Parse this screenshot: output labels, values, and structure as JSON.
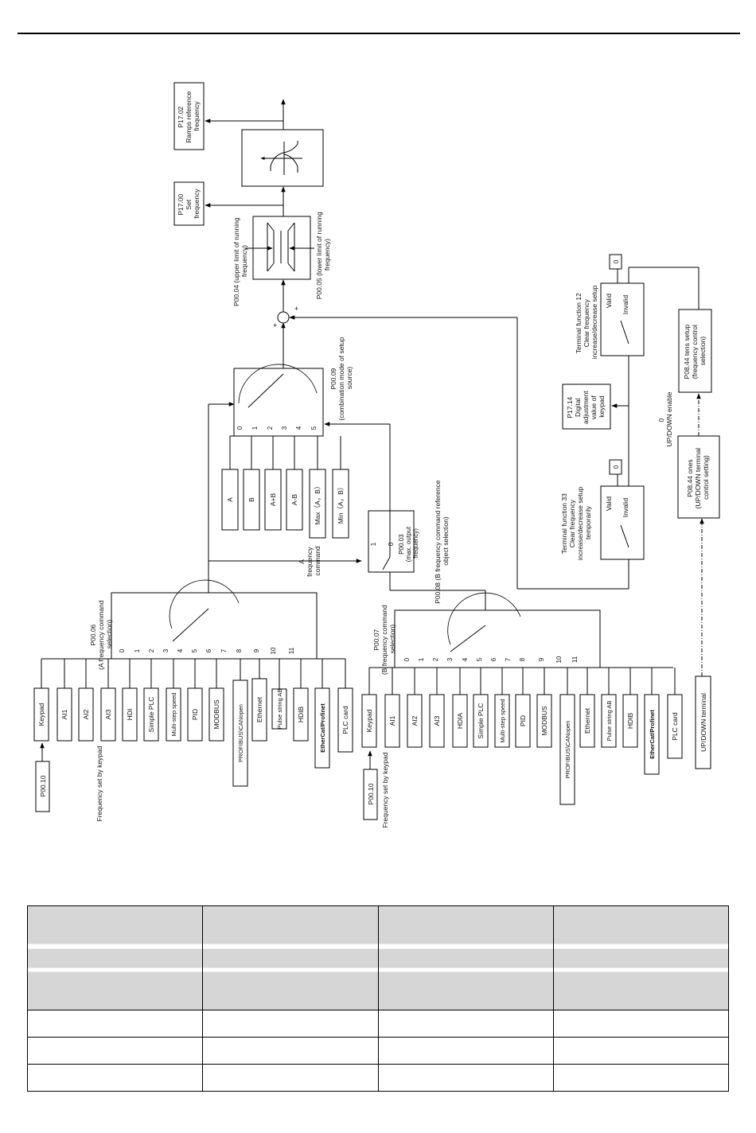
{
  "a_inputs": [
    "Keypad",
    "AI1",
    "AI2",
    "AI3",
    "HDI",
    "Simple PLC",
    "Multi-step speed",
    "PID",
    "MODBUS",
    "PROFIBUS\\CANopen",
    "Ethernet",
    "Pulse string AB",
    "HDIB",
    "EtherCat/Profinet",
    "PLC card"
  ],
  "a_nums": [
    "0",
    "1",
    "2",
    "3",
    "4",
    "5",
    "6",
    "7",
    "8",
    "9",
    "10",
    "11"
  ],
  "b_inputs": [
    "Keypad",
    "AI1",
    "AI2",
    "AI3",
    "HDIA",
    "Simple PLC",
    "Multi-step speed",
    "PID",
    "MODBUS",
    "PROFIBUS\\CANopen",
    "Ethernet",
    "Pulse string AB",
    "HDIB",
    "EtherCat/Profinet",
    "PLC card"
  ],
  "b_nums": [
    "0",
    "1",
    "2",
    "3",
    "4",
    "5",
    "6",
    "7",
    "8",
    "9",
    "10",
    "11"
  ],
  "combo_inputs": [
    "A",
    "B",
    "A+B",
    "A-B",
    "Max（A，B）",
    "Min（A，B）"
  ],
  "combo_nums": [
    "0",
    "1",
    "2",
    "3",
    "4",
    "5"
  ],
  "labels": {
    "p0010_a": "P00.10",
    "freq_keypad_a": "Frequency set by keypad",
    "p0010_b": "P00.10",
    "freq_keypad_b": "Frequency set by keypad",
    "p0006": [
      "P00.06",
      "(A frequency command",
      "selection)"
    ],
    "p0007": [
      "P00.07",
      "(B frequency command",
      "selection)"
    ],
    "p0008": "P00.08 (B frequency command reference",
    "p0008b": "object selection)",
    "p0003": [
      "P00.03",
      "(max. output",
      "frequency)"
    ],
    "sw_one": "1",
    "sw_zero": "0",
    "a_freq_cmd": [
      "A",
      "frequency",
      "command"
    ],
    "p0009": [
      "P00.09",
      "(combination mode of setup",
      "source)"
    ],
    "plus1": "+",
    "plus2": "+",
    "p0004": [
      "P00.04 (upper limit of running",
      "frequency)"
    ],
    "p0005": [
      "P00.05 (lower limit of running",
      "frequency)"
    ],
    "p1700": [
      "P17.00",
      "Set",
      "frequency"
    ],
    "p1702": [
      "P17.02",
      "Ramps reference",
      "frequency"
    ],
    "tf33": [
      "Terminal function 33",
      "Clear frequency",
      "increase/decrease setup",
      "temporarily"
    ],
    "tf12": [
      "Terminal function 12",
      "Clear frequency",
      "increase/decrease setup"
    ],
    "valid1": "Valid",
    "invalid1": "Invalid",
    "valid2": "Valid",
    "invalid2": "Invalid",
    "zero1": "0",
    "zero2": "0",
    "p1714": [
      "P17.14",
      "Digital",
      "adjustment",
      "value of",
      "keypad"
    ],
    "updown_enable": [
      "0",
      "UP/DOWN enable"
    ],
    "p0844_ones": [
      "P08.44 ones",
      "(UP/DOWN terminal",
      "control setting)"
    ],
    "p0844_tens": [
      "P08.44 tens setup",
      "(frequency control",
      "selection)"
    ],
    "updown_terminal": "UP/DOWN terminal"
  }
}
